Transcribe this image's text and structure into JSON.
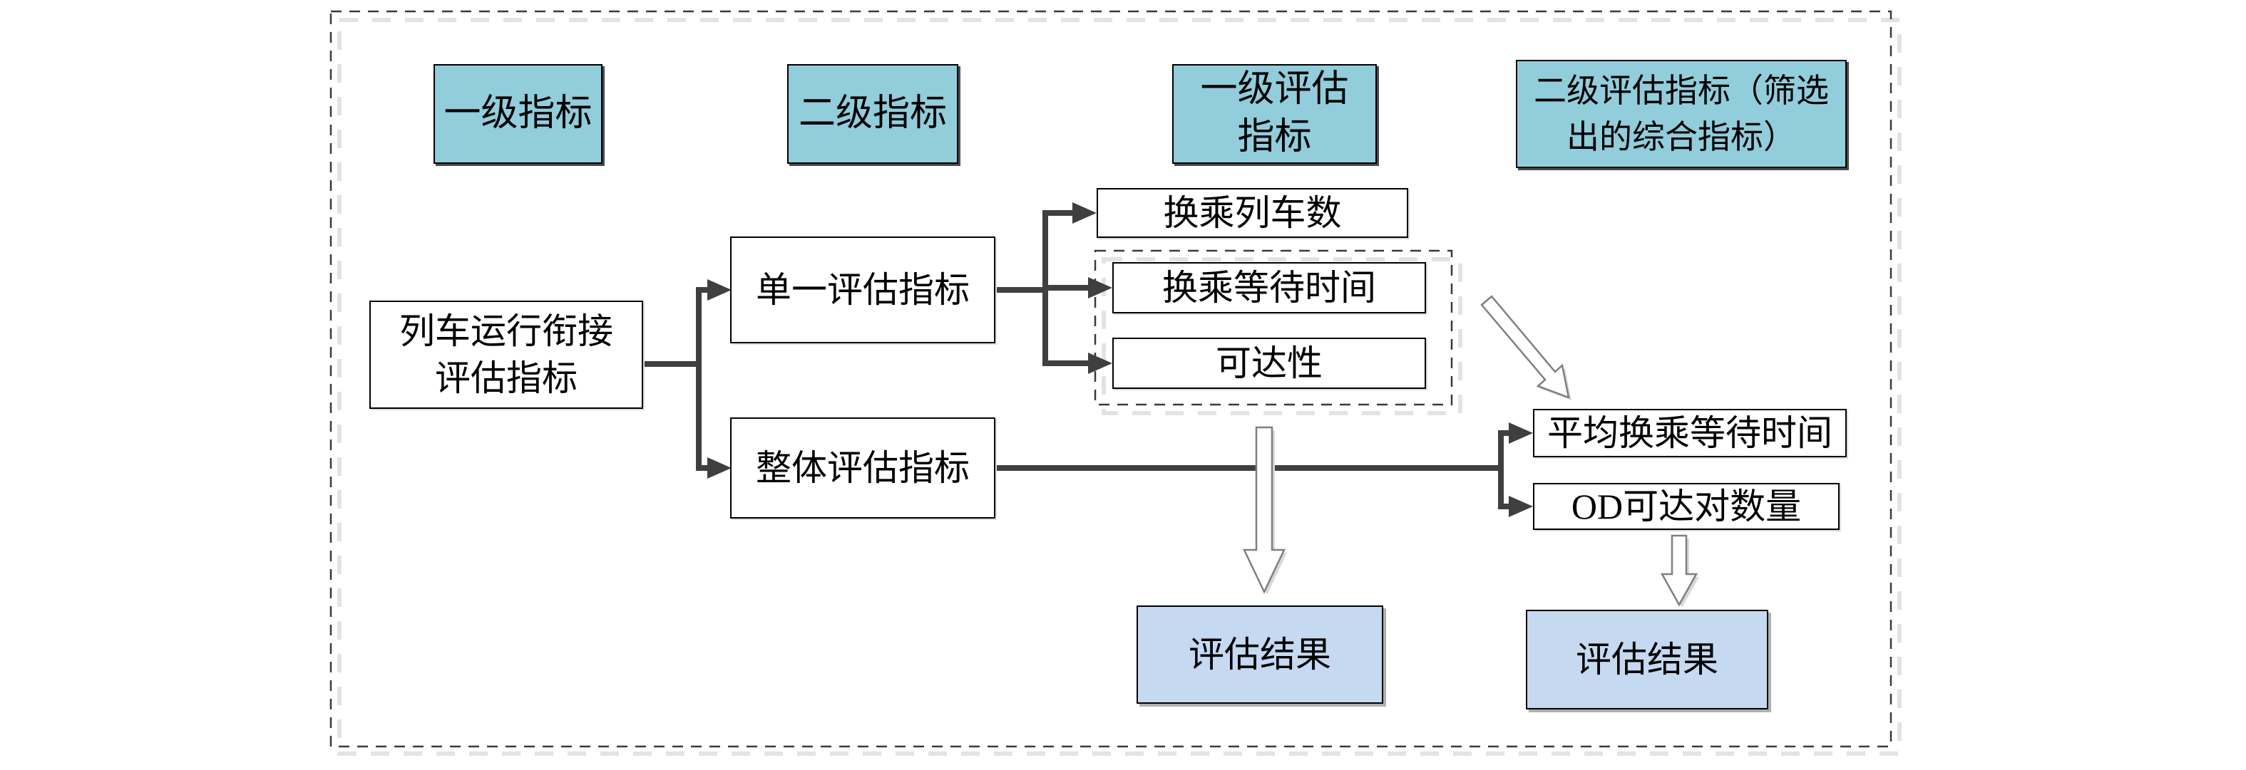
{
  "colors": {
    "header_fill": "#92CDDC",
    "result_fill": "#C5D9F1",
    "connector": "#3F3F3F",
    "box_border": "#000000",
    "dash_border": "#3a3a3a",
    "dash_shadow": "#e3e3e3",
    "hollow_stroke": "#7f7f7f"
  },
  "headers": {
    "h1": {
      "label": "一级指标"
    },
    "h2": {
      "label": "二级指标"
    },
    "h3": {
      "label": "一级评估\n指标"
    },
    "h4": {
      "label": "二级评估指标（筛选\n出的综合指标）"
    }
  },
  "nodes": {
    "root": {
      "label": "列车运行衔接\n评估指标"
    },
    "single": {
      "label": "单一评估指标"
    },
    "overall": {
      "label": "整体评估指标"
    },
    "transfer_trains": {
      "label": "换乘列车数"
    },
    "transfer_wait": {
      "label": "换乘等待时间"
    },
    "accessibility": {
      "label": "可达性"
    },
    "avg_transfer_wait": {
      "label": "平均换乘等待时间"
    },
    "od_pairs": {
      "label": "OD可达对数量"
    },
    "result_left": {
      "label": "评估结果"
    },
    "result_right": {
      "label": "评估结果"
    }
  }
}
